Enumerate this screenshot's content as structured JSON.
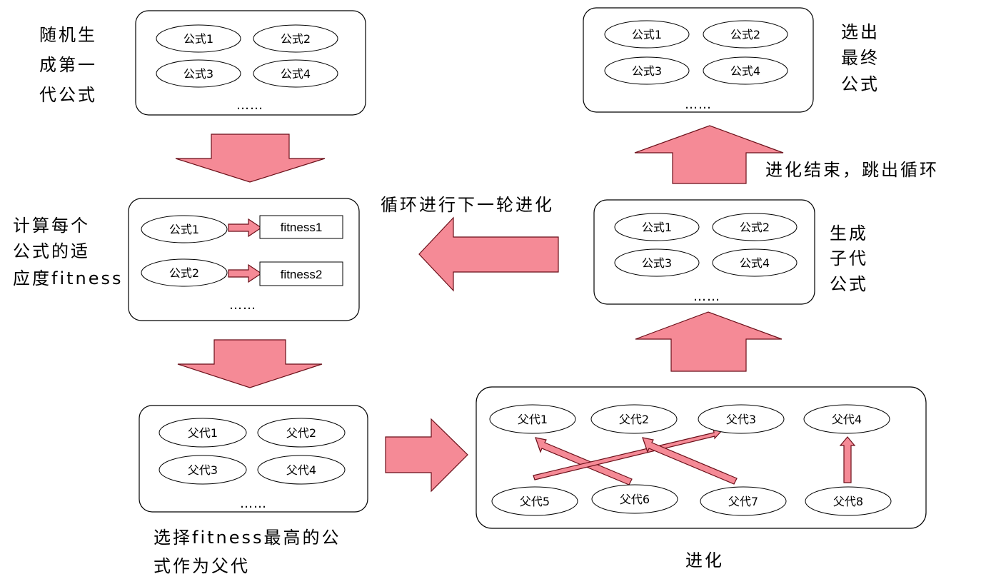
{
  "dots": "……",
  "box1": {
    "label_lines": [
      "随机生",
      "成第一",
      "代公式"
    ],
    "items": [
      "公式1",
      "公式2",
      "公式3",
      "公式4"
    ]
  },
  "box2": {
    "label_lines": [
      "计算每个",
      "公式的适",
      "应度fitness"
    ],
    "rows": [
      {
        "formula": "公式1",
        "fitness": "fitness1"
      },
      {
        "formula": "公式2",
        "fitness": "fitness2"
      }
    ]
  },
  "box3": {
    "label_lines": [
      "选择fitness最高的公",
      "式作为父代"
    ],
    "items": [
      "父代1",
      "父代2",
      "父代3",
      "父代4"
    ]
  },
  "evolve": {
    "label": "进化",
    "top": [
      "父代1",
      "父代2",
      "父代3",
      "父代4"
    ],
    "bottom": [
      "父代5",
      "父代6",
      "父代7",
      "父代8"
    ]
  },
  "child": {
    "label_lines": [
      "生成",
      "子代",
      "公式"
    ],
    "items": [
      "公式1",
      "公式2",
      "公式3",
      "公式4"
    ]
  },
  "final": {
    "label_lines": [
      "选出",
      "最终",
      "公式"
    ],
    "items": [
      "公式1",
      "公式2",
      "公式3",
      "公式4"
    ]
  },
  "loop_label": "循环进行下一轮进化",
  "end_label": "进化结束，跳出循环",
  "colors": {
    "arrow_fill": "#f58a96",
    "arrow_stroke": "#6b0f19"
  }
}
